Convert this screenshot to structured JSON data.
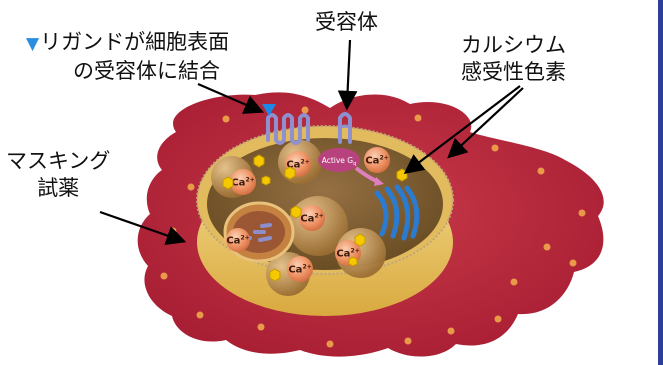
{
  "labels": {
    "ligand_line1": "リガンドが細胞表面",
    "ligand_line2": "の受容体に結合",
    "ligand_marker": "▼",
    "receptor": "受容体",
    "calcium_line1": "カルシウム",
    "calcium_line2": "感受性色素",
    "masking_line1": "マスキング",
    "masking_line2": "試薬"
  },
  "cell": {
    "ca_ions": [
      "Ca2+",
      "Ca2+",
      "Ca2+",
      "Ca2+",
      "Ca2+",
      "Ca2+",
      "Ca2+"
    ],
    "ca_main": "Ca",
    "ca_charge": "2+",
    "active_protein": "Active G",
    "active_protein_sub": "q"
  },
  "colors": {
    "masking_reagent": "#b8283c",
    "cytoplasm": "#7a5a2c",
    "membrane": "#e8c060",
    "ca_ion": "#e98a5a",
    "dye": "#f5c800",
    "ligand": "#1e88e5",
    "receptor": "#8e90d0",
    "er": "#2a7ad0",
    "frame_edge": "#2c3d9a"
  }
}
